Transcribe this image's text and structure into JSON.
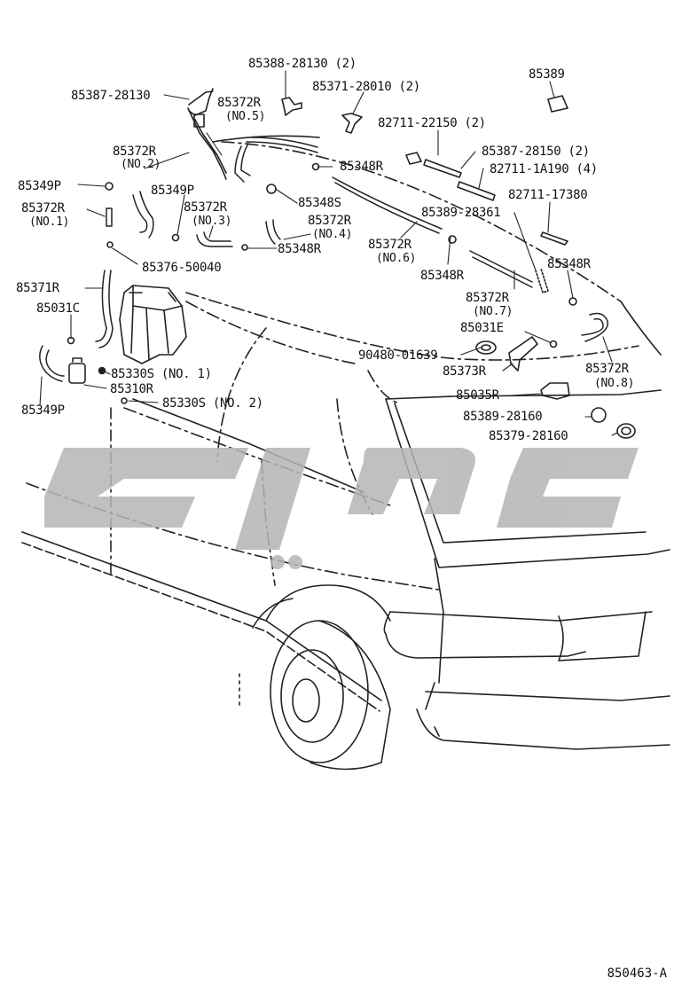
{
  "watermark": {
    "color": "#b5b5b5"
  },
  "labels": [
    {
      "id": "l01",
      "text": "85388-28130 (2)"
    },
    {
      "id": "l02",
      "text": "85389"
    },
    {
      "id": "l03",
      "text": "85387-28130"
    },
    {
      "id": "l04",
      "text": "85372R"
    },
    {
      "id": "l05",
      "text": "(NO.5)"
    },
    {
      "id": "l06",
      "text": "85371-28010 (2)"
    },
    {
      "id": "l07",
      "text": "82711-22150 (2)"
    },
    {
      "id": "l08",
      "text": "85372R"
    },
    {
      "id": "l09",
      "text": "(NO.2)"
    },
    {
      "id": "l10",
      "text": "85387-28150 (2)"
    },
    {
      "id": "l11",
      "text": "85348R"
    },
    {
      "id": "l12",
      "text": "82711-1A190 (4)"
    },
    {
      "id": "l13",
      "text": "85349P"
    },
    {
      "id": "l14",
      "text": "85349P"
    },
    {
      "id": "l15",
      "text": "85348S"
    },
    {
      "id": "l16",
      "text": "82711-17380"
    },
    {
      "id": "l17",
      "text": "85372R"
    },
    {
      "id": "l18",
      "text": "85372R"
    },
    {
      "id": "l19",
      "text": "85389-28361"
    },
    {
      "id": "l20",
      "text": "(NO.1)"
    },
    {
      "id": "l21",
      "text": "(NO.3)"
    },
    {
      "id": "l22",
      "text": "85372R"
    },
    {
      "id": "l23",
      "text": "(NO.4)"
    },
    {
      "id": "l24",
      "text": "85372R"
    },
    {
      "id": "l25",
      "text": "85348R"
    },
    {
      "id": "l26",
      "text": "(NO.6)"
    },
    {
      "id": "l27",
      "text": "85376-50040"
    },
    {
      "id": "l28",
      "text": "85348R"
    },
    {
      "id": "l29",
      "text": "85348R"
    },
    {
      "id": "l30",
      "text": "85371R"
    },
    {
      "id": "l31",
      "text": "85372R"
    },
    {
      "id": "l32",
      "text": "85031C"
    },
    {
      "id": "l33",
      "text": "(NO.7)"
    },
    {
      "id": "l34",
      "text": "85031E"
    },
    {
      "id": "l35",
      "text": "90480-01639"
    },
    {
      "id": "l36",
      "text": "85373R"
    },
    {
      "id": "l37",
      "text": "85372R"
    },
    {
      "id": "l38",
      "text": "85330S (NO. 1)"
    },
    {
      "id": "l39",
      "text": "(NO.8)"
    },
    {
      "id": "l40",
      "text": "85310R"
    },
    {
      "id": "l41",
      "text": "85035R"
    },
    {
      "id": "l42",
      "text": "85349P"
    },
    {
      "id": "l43",
      "text": "85330S (NO. 2)"
    },
    {
      "id": "l44",
      "text": "85389-28160"
    },
    {
      "id": "l45",
      "text": "85379-28160"
    }
  ],
  "diagram_code": "850463-A"
}
